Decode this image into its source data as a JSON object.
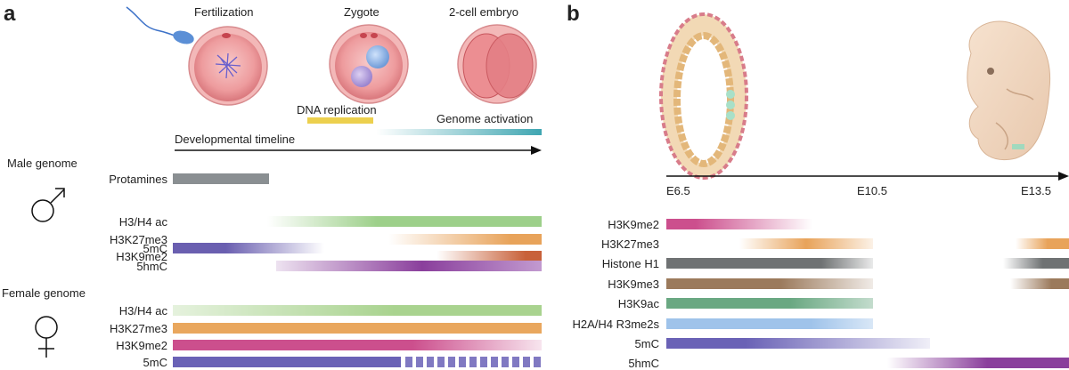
{
  "panel_a": {
    "letter": "a",
    "stages": [
      "Fertilization",
      "Zygote",
      "2-cell embryo"
    ],
    "dna_replication": "DNA replication",
    "genome_activation": "Genome activation",
    "timeline_label": "Developmental timeline",
    "male": {
      "title": "Male genome",
      "rows": [
        {
          "label": "Protamines",
          "color": "#8a8f92"
        },
        {
          "label": "H3/H4 ac",
          "color": "#9dd08a"
        },
        {
          "label": "H3K27me3",
          "color": "#e8a35a"
        },
        {
          "label": "H3K9me2",
          "color": "#c8613a"
        },
        {
          "label": "5mC",
          "color": "#6a5fb0"
        },
        {
          "label": "5hmC",
          "color": "#8a3f9c"
        }
      ]
    },
    "female": {
      "title": "Female genome",
      "rows": [
        {
          "label": "H3/H4 ac",
          "color": "#a9d38f"
        },
        {
          "label": "H3K27me3",
          "color": "#e9a75e"
        },
        {
          "label": "H3K9me2",
          "color": "#cc4f8d"
        },
        {
          "label": "5mC",
          "color": "#6a62b6"
        }
      ]
    }
  },
  "panel_b": {
    "letter": "b",
    "ticks": [
      "E6.5",
      "E10.5",
      "E13.5"
    ],
    "rows": [
      {
        "label": "H3K9me2",
        "color": "#cc4f8d"
      },
      {
        "label": "H3K27me3",
        "color": "#e8a35a"
      },
      {
        "label": "Histone H1",
        "color": "#6f7273"
      },
      {
        "label": "H3K9me3",
        "color": "#9b7a5c"
      },
      {
        "label": "H3K9ac",
        "color": "#6aa882"
      },
      {
        "label": "H2A/H4 R3me2s",
        "color": "#9fc3ea"
      },
      {
        "label": "5mC",
        "color": "#6a62b6"
      },
      {
        "label": "5hmC",
        "color": "#8a3f9c"
      }
    ]
  }
}
